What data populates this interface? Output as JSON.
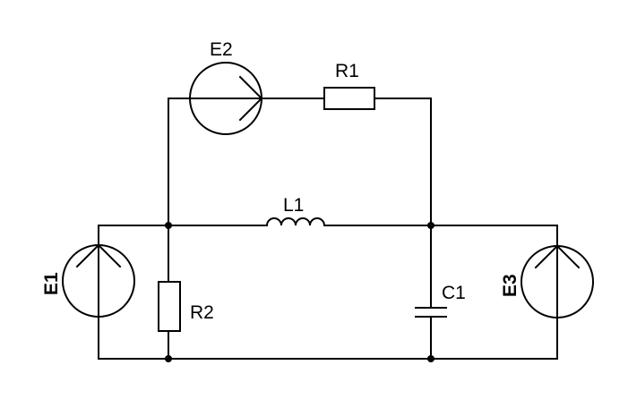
{
  "labels": {
    "e1": "E1",
    "e2": "E2",
    "e3": "E3",
    "r1": "R1",
    "r2": "R2",
    "l1": "L1",
    "c1": "C1"
  },
  "components": [
    {
      "id": "E1",
      "kind": "voltage-source",
      "orientation": "up"
    },
    {
      "id": "E2",
      "kind": "voltage-source",
      "orientation": "right"
    },
    {
      "id": "E3",
      "kind": "voltage-source",
      "orientation": "up"
    },
    {
      "id": "R1",
      "kind": "resistor"
    },
    {
      "id": "R2",
      "kind": "resistor"
    },
    {
      "id": "L1",
      "kind": "inductor"
    },
    {
      "id": "C1",
      "kind": "capacitor"
    }
  ],
  "colors": {
    "line": "#000000",
    "background": "#ffffff"
  }
}
